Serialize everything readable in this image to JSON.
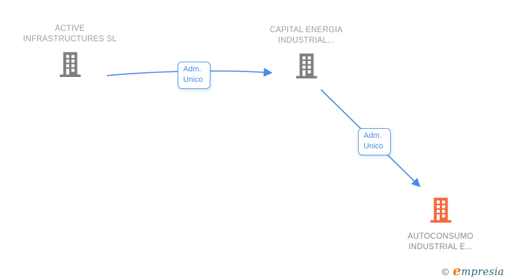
{
  "diagram": {
    "type": "company-relations-graph",
    "nodes": [
      {
        "id": "node-active",
        "label": "ACTIVE INFRASTRUCTURES SL",
        "icon": "building-icon",
        "icon_color": "#7e7e7e"
      },
      {
        "id": "node-capital",
        "label": "CAPITAL ENERGIA INDUSTRIAL...",
        "icon": "building-icon",
        "icon_color": "#7e7e7e"
      },
      {
        "id": "node-autoconsumo",
        "label": "AUTOCONSUMO INDUSTRIAL E...",
        "icon": "building-icon",
        "icon_color": "#f5693d"
      }
    ],
    "edges": [
      {
        "from": "node-active",
        "to": "node-capital",
        "label": "Adm. Unico"
      },
      {
        "from": "node-capital",
        "to": "node-autoconsumo",
        "label": "Adm. Unico"
      }
    ],
    "colors": {
      "edge_line": "#4a8de4",
      "edge_label_text": "#4a8de4",
      "edge_label_border": "#5f9ce8",
      "node_text_gray": "#9d9d9d",
      "node_text_dark": "#8a8a8a",
      "building_gray": "#7e7e7e",
      "building_orange": "#f5693d",
      "background": "#ffffff"
    }
  },
  "footer": {
    "copyright": "©",
    "brand_initial": "e",
    "brand_rest": "mpresia"
  }
}
